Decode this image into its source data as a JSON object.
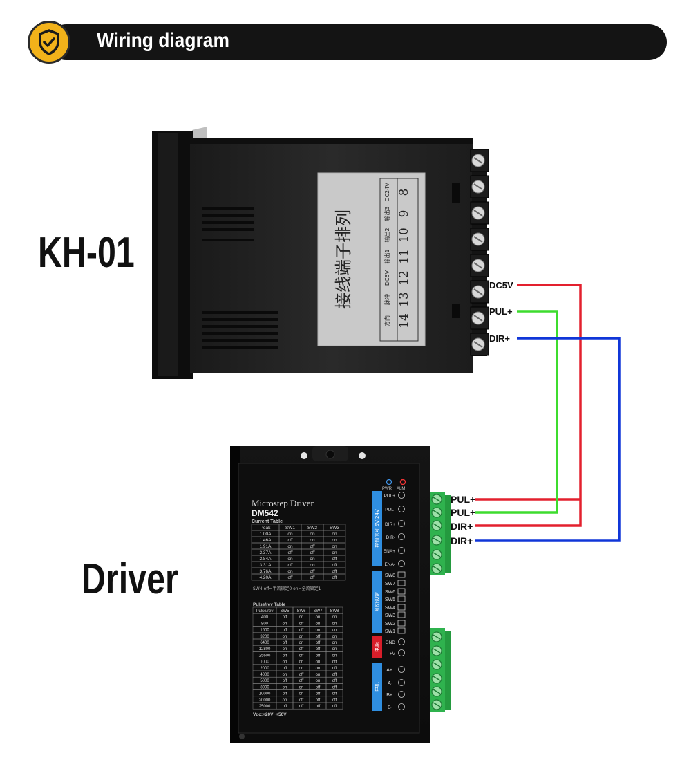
{
  "header": {
    "title": "Wiring diagram"
  },
  "labels": {
    "controller": "KH-01",
    "driver": "Driver"
  },
  "controller": {
    "sticker_title": "接线端子排列",
    "terminals": {
      "row_top": [
        "DC24V",
        "输出3",
        "输出2",
        "输出1",
        "DC5V",
        "脉冲",
        "方向"
      ],
      "row_num": [
        "8",
        "9",
        "10",
        "11",
        "12",
        "13",
        "14"
      ]
    },
    "wire_labels": [
      "DC5V",
      "PUL+",
      "DIR+"
    ]
  },
  "driver": {
    "title": "Microstep  Driver",
    "model": "DM542",
    "current_table_title": "Current Table",
    "current_header": [
      "Peak",
      "SW1",
      "SW2",
      "SW3"
    ],
    "current_rows": [
      [
        "1.00A",
        "on",
        "on",
        "on"
      ],
      [
        "1.46A",
        "off",
        "on",
        "on"
      ],
      [
        "1.91A",
        "on",
        "off",
        "on"
      ],
      [
        "2.37A",
        "off",
        "off",
        "on"
      ],
      [
        "2.84A",
        "on",
        "on",
        "off"
      ],
      [
        "3.31A",
        "off",
        "on",
        "off"
      ],
      [
        "3.76A",
        "on",
        "off",
        "off"
      ],
      [
        "4.20A",
        "off",
        "off",
        "off"
      ]
    ],
    "sw4_note": "SW4:off=半流锁定0  on=全流锁定1",
    "pulse_table_title": "Pulse/rev Table",
    "pulse_header": [
      "Pulse/rev",
      "SW5",
      "SW6",
      "SW7",
      "SW8"
    ],
    "pulse_rows": [
      [
        "400",
        "off",
        "on",
        "on",
        "on"
      ],
      [
        "800",
        "on",
        "off",
        "on",
        "on"
      ],
      [
        "1600",
        "off",
        "off",
        "on",
        "on"
      ],
      [
        "3200",
        "on",
        "on",
        "off",
        "on"
      ],
      [
        "6400",
        "off",
        "on",
        "off",
        "on"
      ],
      [
        "12800",
        "on",
        "off",
        "off",
        "on"
      ],
      [
        "25600",
        "off",
        "off",
        "off",
        "on"
      ],
      [
        "1000",
        "on",
        "on",
        "on",
        "off"
      ],
      [
        "2000",
        "off",
        "on",
        "on",
        "off"
      ],
      [
        "4000",
        "on",
        "off",
        "on",
        "off"
      ],
      [
        "5000",
        "off",
        "off",
        "on",
        "off"
      ],
      [
        "8000",
        "on",
        "on",
        "off",
        "off"
      ],
      [
        "10000",
        "off",
        "on",
        "off",
        "off"
      ],
      [
        "20000",
        "on",
        "off",
        "off",
        "off"
      ],
      [
        "25000",
        "off",
        "off",
        "off",
        "off"
      ]
    ],
    "vdc": "Vdc:+20V~+50V",
    "led_labels": [
      "PWR",
      "ALM"
    ],
    "signal_terms": [
      "PUL+",
      "PUL-",
      "DIR+",
      "DIR-",
      "ENA+",
      "ENA-"
    ],
    "signal_side_text": "控制信号 5V-24V",
    "switches": [
      "SW8",
      "SW7",
      "SW6",
      "SW5",
      "SW4",
      "SW3",
      "SW2",
      "SW1"
    ],
    "switch_side_text": "细分设定",
    "power_terms": [
      "GND",
      "+V"
    ],
    "power_side_text": "电源",
    "motor_terms": [
      "A+",
      "A-",
      "B+",
      "B-"
    ],
    "motor_side_text": "电机",
    "wire_labels": [
      "PUL+",
      "PUL+",
      "DIR+",
      "DIR+"
    ]
  },
  "colors": {
    "red": "#e3202e",
    "green": "#3ddc2e",
    "blue": "#1036d8",
    "badge": "#f2b21a",
    "terminal_green": "#2fb24e",
    "driver_blue": "#2f8ee0"
  }
}
